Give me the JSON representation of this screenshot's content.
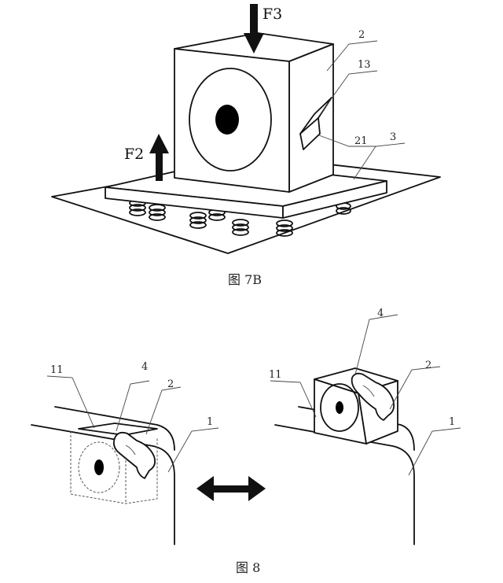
{
  "figure_7b": {
    "caption": "图 7B",
    "labels": {
      "force_top": "F3",
      "force_left": "F2",
      "module": "2",
      "part_13": "13",
      "part_21": "21",
      "base": "3"
    }
  },
  "figure_8": {
    "caption": "图 8",
    "left_view": {
      "label_11": "11",
      "label_4": "4",
      "label_2": "2",
      "label_1": "1"
    },
    "right_view": {
      "label_4": "4",
      "label_11": "11",
      "label_2": "2",
      "label_1": "1"
    }
  },
  "icons": {
    "arrow_down": "arrow-down-icon",
    "arrow_up": "arrow-up-icon",
    "double_arrow": "double-arrow-icon",
    "finger": "finger-icon"
  }
}
